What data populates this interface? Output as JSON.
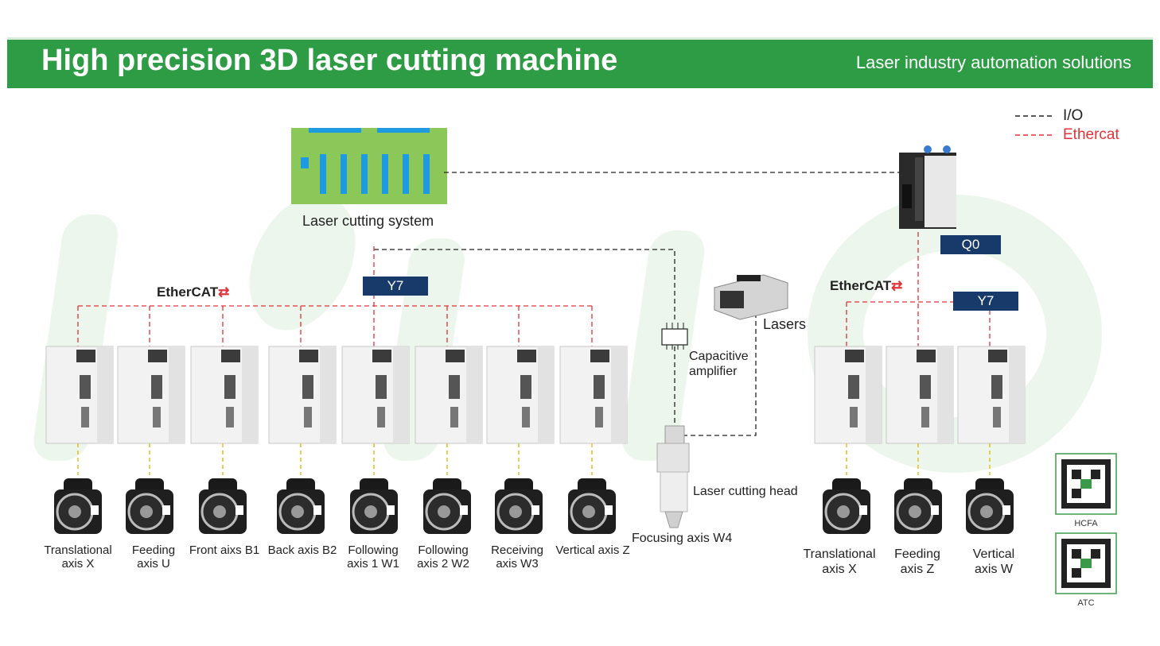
{
  "header": {
    "title": "High precision 3D laser cutting machine",
    "subtitle": "Laser industry automation solutions"
  },
  "legend": {
    "io": "I/O",
    "ethercat": "Ethercat"
  },
  "colors": {
    "header_green": "#2e9b45",
    "ethercat_red": "#e0343a",
    "io_black": "#222222",
    "badge_navy": "#173a6a"
  },
  "system": {
    "label": "Laser cutting system"
  },
  "badges": {
    "q0": "Q0",
    "y7_left": "Y7",
    "y7_right": "Y7"
  },
  "ethercat_logos": {
    "left": "EtherCAT",
    "right": "EtherCAT"
  },
  "components": {
    "lasers": "Lasers",
    "capacitive_amp_line1": "Capacitive",
    "capacitive_amp_line2": "amplifier",
    "cutting_head": "Laser cutting head",
    "focusing_axis": "Focusing axis W4"
  },
  "left_axes": [
    {
      "line1": "Translational",
      "line2": "axis X"
    },
    {
      "line1": "Feeding",
      "line2": "axis U"
    },
    {
      "line1": "Front aixs B1",
      "line2": ""
    },
    {
      "line1": "Back axis B2",
      "line2": ""
    },
    {
      "line1": "Following",
      "line2": "axis 1 W1"
    },
    {
      "line1": "Following",
      "line2": "axis 2 W2"
    },
    {
      "line1": "Receiving",
      "line2": "axis W3"
    },
    {
      "line1": "Vertical axis Z",
      "line2": ""
    }
  ],
  "right_axes": [
    {
      "line1": "Translational",
      "line2": "axis X"
    },
    {
      "line1": "Feeding",
      "line2": "axis Z"
    },
    {
      "line1": "Vertical",
      "line2": "axis W"
    }
  ],
  "qr": {
    "first": "HCFA",
    "second": "ATC"
  }
}
